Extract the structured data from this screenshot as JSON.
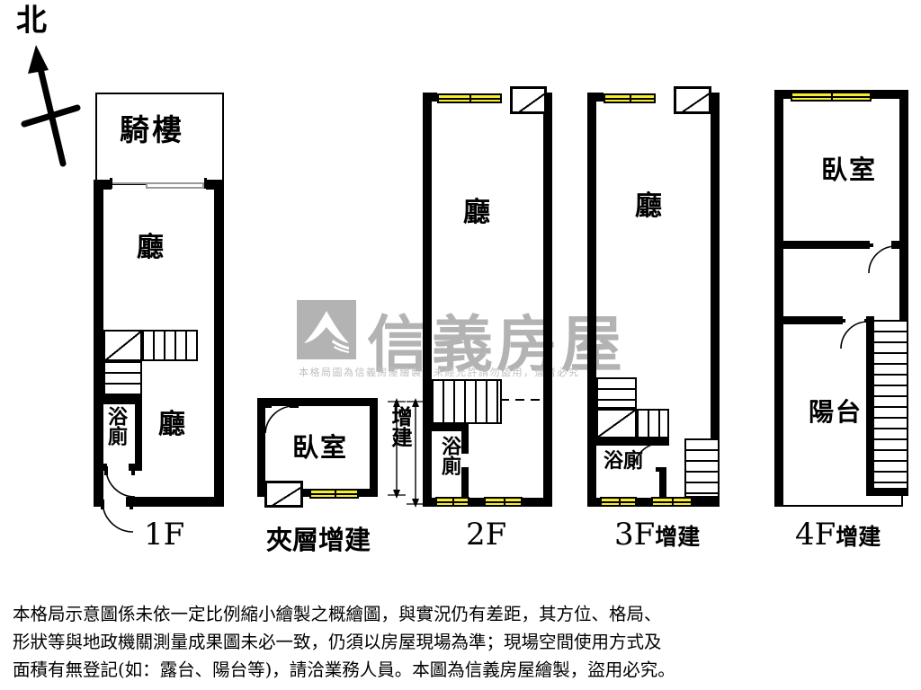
{
  "document": {
    "type": "floor-plan",
    "compass": {
      "label": "北",
      "direction": "north-arrow"
    },
    "watermark": {
      "brand": "信義房屋",
      "notice": "本格局圖為信義房屋繪製，未經允許請勿盜用，違者必究",
      "color": "#b3b3b3"
    },
    "disclaimer": {
      "line1": "本格局示意圖係未依一定比例縮小繪製之概繪圖，與實況仍有差距，其方位、格局、",
      "line2": "形狀等與地政機關測量成果圖未必一致，仍須以房屋現場為準；現場空間使用方式及",
      "line3": "面積有無登記(如：露台、陽台等)，請洽業務人員。本圖為信義房屋繪製，盜用必究。"
    },
    "colors": {
      "wall": "#000000",
      "window": "#f7ed2f",
      "background": "#ffffff",
      "watermark": "#b3b3b3"
    }
  },
  "floors": [
    {
      "id": "1f",
      "label_main": "1F",
      "label_suffix": "",
      "rooms": [
        {
          "name": "arcade",
          "label": "騎樓"
        },
        {
          "name": "living-upper",
          "label": "廳"
        },
        {
          "name": "bathroom",
          "label": "浴廁"
        },
        {
          "name": "living-lower",
          "label": "廳"
        }
      ],
      "features": [
        "sliding-door",
        "l-shaped-stair",
        "bathroom-door",
        "entry-door"
      ]
    },
    {
      "id": "mezzanine",
      "label_main": "夾層增建",
      "label_suffix": "",
      "rooms": [
        {
          "name": "bedroom",
          "label": "臥室"
        }
      ],
      "features": [
        "door",
        "window",
        "ac-platform",
        "extension-dimension"
      ]
    },
    {
      "id": "2f",
      "label_main": "2F",
      "label_suffix": "",
      "rooms": [
        {
          "name": "living",
          "label": "廳"
        },
        {
          "name": "bathroom",
          "label": "浴廁"
        }
      ],
      "features": [
        "window",
        "ac-platform",
        "stair",
        "extension-dimension",
        "windows-bottom"
      ],
      "extension_label": "增建"
    },
    {
      "id": "3f",
      "label_main": "3F",
      "label_suffix": "增建",
      "rooms": [
        {
          "name": "living",
          "label": "廳"
        },
        {
          "name": "bathroom",
          "label": "浴廁"
        }
      ],
      "features": [
        "window",
        "ac-platform",
        "l-shaped-stair",
        "bathroom-door",
        "outer-stair",
        "windows-bottom"
      ]
    },
    {
      "id": "4f",
      "label_main": "4F",
      "label_suffix": "增建",
      "rooms": [
        {
          "name": "bedroom",
          "label": "臥室"
        },
        {
          "name": "balcony",
          "label": "陽台"
        }
      ],
      "features": [
        "window",
        "door",
        "door",
        "outer-stair"
      ]
    }
  ],
  "annotations": {
    "extension_vertical": "增建"
  }
}
